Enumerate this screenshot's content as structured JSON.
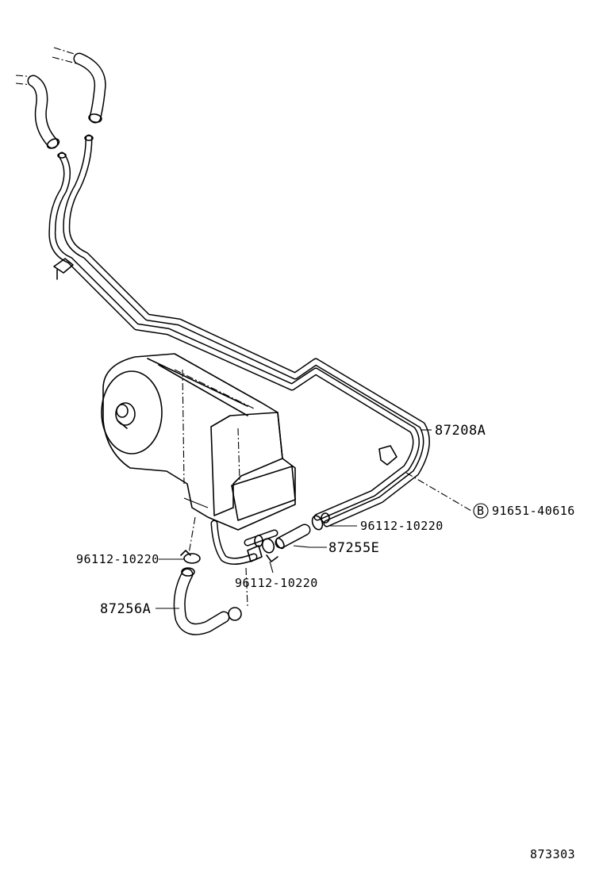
{
  "callouts": {
    "pipe_87208A": "87208A",
    "bolt_91651": "91651-40616",
    "bolt_marker": "B",
    "clamp_right": "96112-10220",
    "hose_87255E": "87255E",
    "clamp_left": "96112-10220",
    "clamp_center": "96112-10220",
    "hose_87256A": "87256A"
  },
  "figure_number": "873303"
}
